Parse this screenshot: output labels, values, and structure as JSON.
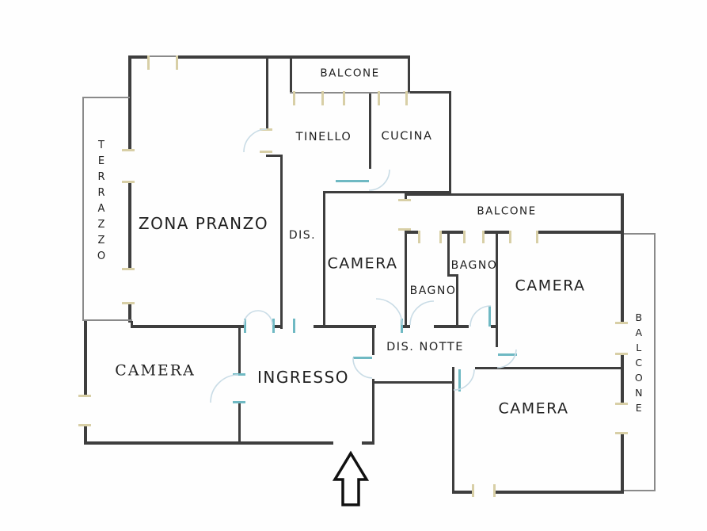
{
  "labels": {
    "balcone_top": "BALCONE",
    "tinello": "TINELLO",
    "cucina": "CUCINA",
    "terrazzo": "TERRAZZO",
    "zona_pranzo": "ZONA PRANZO",
    "dis": "DIS.",
    "camera_centro": "CAMERA",
    "balcone_centro": "BALCONE",
    "bagno_sx": "BAGNO",
    "bagno_dx": "BAGNO",
    "camera_dx": "CAMERA",
    "balcone_dx": "BALCONE",
    "dis_notte": "DIS. NOTTE",
    "ingresso": "INGRESSO",
    "camera_sx": "CAMERA",
    "camera_basso": "CAMERA"
  },
  "colors": {
    "wall": "#3e3e3e",
    "thin_wall": "#8a8a8a",
    "window_tick": "#d8cfa6",
    "door_tick": "#6fb9c3",
    "door_arc": "#c9dce6",
    "arrow_outline": "#111111",
    "text": "#1f1f1f",
    "background": "#ffffff"
  }
}
